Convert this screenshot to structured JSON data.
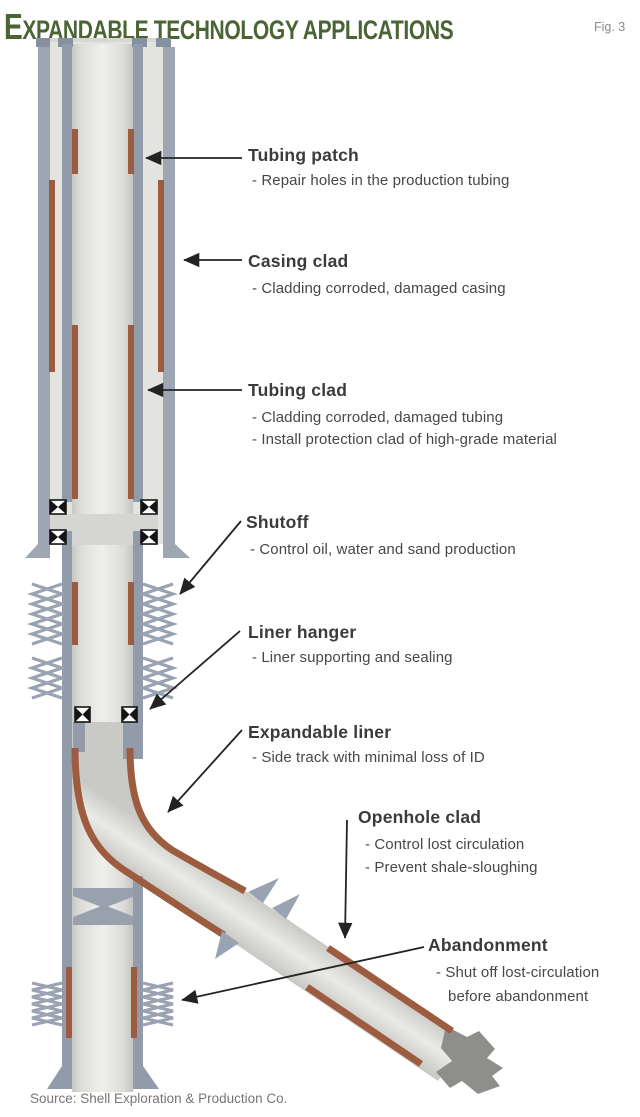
{
  "header": {
    "title": "EXPANDABLE TECHNOLOGY APPLICATIONS",
    "figure_label": "Fig. 3"
  },
  "labels": [
    {
      "id": "tubing-patch",
      "heading": "Tubing patch",
      "bullets": [
        "- Repair holes in the production tubing"
      ]
    },
    {
      "id": "casing-clad",
      "heading": "Casing clad",
      "bullets": [
        "- Cladding corroded, damaged casing"
      ]
    },
    {
      "id": "tubing-clad",
      "heading": "Tubing clad",
      "bullets": [
        "- Cladding corroded, damaged tubing",
        "- Install protection clad of high-grade material"
      ]
    },
    {
      "id": "shutoff",
      "heading": "Shutoff",
      "bullets": [
        "- Control oil, water and sand production"
      ]
    },
    {
      "id": "liner-hanger",
      "heading": "Liner hanger",
      "bullets": [
        "- Liner supporting and sealing"
      ]
    },
    {
      "id": "expandable-liner",
      "heading": "Expandable liner",
      "bullets": [
        "- Side track with minimal loss of ID"
      ]
    },
    {
      "id": "openhole-clad",
      "heading": "Openhole clad",
      "bullets": [
        "- Control lost circulation",
        "- Prevent shale-sloughing"
      ]
    },
    {
      "id": "abandonment",
      "heading": "Abandonment",
      "bullets": [
        "- Shut off lost-circulation",
        "before abandonment"
      ]
    }
  ],
  "source": "Source: Shell Exploration & Production Co.",
  "colors": {
    "title_green": "#4a6433",
    "clad_brown": "#9d5b3f",
    "casing_gray": "#9ea6b4",
    "tubing_gray": "#929baa",
    "spring_gray": "#9aa3b1",
    "plug_gray": "#99a1af",
    "arrow_dark": "#232323",
    "heading_text": "#3b3b3b",
    "bullet_text": "#474747",
    "source_gray": "#767676",
    "fig_gray": "#8a8a8a"
  }
}
